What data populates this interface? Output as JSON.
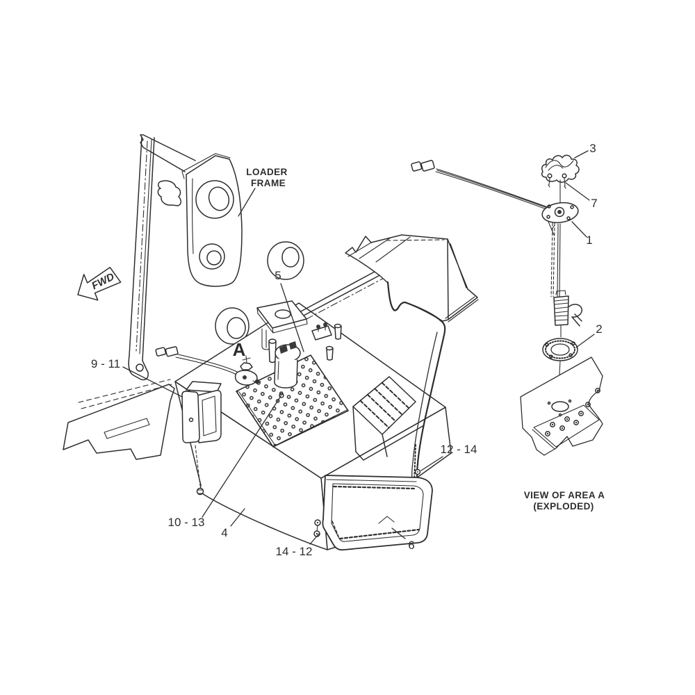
{
  "colors": {
    "line": "#2d2d2d",
    "background": "#ffffff"
  },
  "diagram": {
    "type": "exploded-parts-diagram",
    "frame_label_line1": "LOADER",
    "frame_label_line2": "FRAME",
    "fwd_label": "FWD",
    "area_marker": "A",
    "view_note_line1": "VIEW OF AREA A",
    "view_note_line2": "(EXPLODED)",
    "callouts": {
      "part1": "1",
      "part2": "2",
      "part3": "3",
      "part4": "4",
      "part5": "5",
      "part6": "6",
      "part7": "7",
      "part9_11": "9 - 11",
      "part10_13": "10 - 13",
      "part12_14": "12 - 14",
      "part14_12": "14 - 12"
    }
  }
}
